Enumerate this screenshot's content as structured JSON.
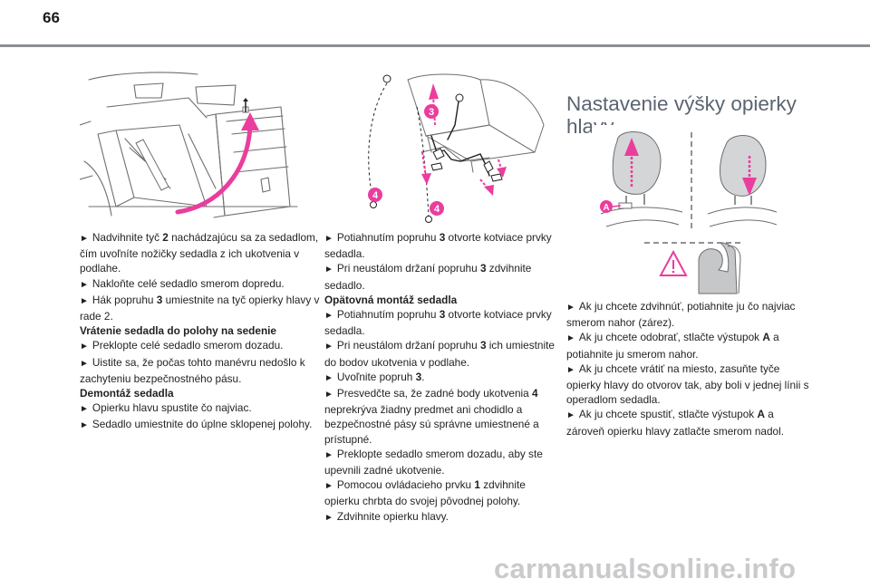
{
  "page": {
    "number": "66"
  },
  "col1": {
    "lines": [
      {
        "type": "bullet",
        "arrow": "►",
        "parts": [
          "Nadvihnite tyč ",
          "2",
          " nachádzajúcu sa za sedadlom, čím uvoľníte nožičky sedadla z ich ukotvenia v podlahe."
        ]
      },
      {
        "type": "bullet",
        "arrow": "►",
        "parts": [
          "Nakloňte celé sedadlo smerom dopredu."
        ]
      },
      {
        "type": "bullet",
        "arrow": "►",
        "parts": [
          "Hák popruhu ",
          "3",
          " umiestnite na tyč opierky hlavy v rade 2."
        ]
      },
      {
        "type": "heading",
        "text": "Vrátenie sedadla do polohy na sedenie"
      },
      {
        "type": "bullet",
        "arrow": "►",
        "parts": [
          "Preklopte celé sedadlo smerom dozadu."
        ]
      },
      {
        "type": "bullet",
        "arrow": "►",
        "parts": [
          "Uistite sa, že počas tohto manévru nedošlo k zachyteniu bezpečnostného pásu."
        ]
      },
      {
        "type": "heading",
        "text": "Demontáž sedadla"
      },
      {
        "type": "bullet",
        "arrow": "►",
        "parts": [
          "Opierku hlavu spustite čo najviac."
        ]
      },
      {
        "type": "bullet",
        "arrow": "►",
        "parts": [
          "Sedadlo umiestnite do úplne sklopenej polohy."
        ]
      }
    ]
  },
  "col2": {
    "lines": [
      {
        "type": "bullet",
        "arrow": "►",
        "parts": [
          "Potiahnutím popruhu ",
          "3",
          " otvorte kotviace prvky sedadla."
        ]
      },
      {
        "type": "bullet",
        "arrow": "►",
        "parts": [
          "Pri neustálom držaní popruhu ",
          "3",
          " zdvihnite sedadlo."
        ]
      },
      {
        "type": "heading",
        "text": "Opätovná montáž sedadla"
      },
      {
        "type": "bullet",
        "arrow": "►",
        "parts": [
          "Potiahnutím popruhu ",
          "3",
          " otvorte kotviace prvky sedadla."
        ]
      },
      {
        "type": "bullet",
        "arrow": "►",
        "parts": [
          "Pri neustálom držaní popruhu ",
          "3",
          " ich umiestnite do bodov ukotvenia v podlahe."
        ]
      },
      {
        "type": "bullet",
        "arrow": "►",
        "parts": [
          "Uvoľnite popruh ",
          "3",
          "."
        ]
      },
      {
        "type": "bullet",
        "arrow": "►",
        "parts": [
          "Presvedčte sa, že zadné body ukotvenia ",
          "4",
          " neprekrýva žiadny predmet ani chodidlo a bezpečnostné pásy sú správne umiestnené a prístupné."
        ]
      },
      {
        "type": "bullet",
        "arrow": "►",
        "parts": [
          "Preklopte sedadlo smerom dozadu, aby ste upevnili zadné ukotvenie."
        ]
      },
      {
        "type": "bullet",
        "arrow": "►",
        "parts": [
          "Pomocou ovládacieho prvku ",
          "1",
          " zdvihnite opierku chrbta do svojej pôvodnej polohy."
        ]
      },
      {
        "type": "bullet",
        "arrow": "►",
        "parts": [
          "Zdvihnite opierku hlavy."
        ]
      }
    ]
  },
  "col3": {
    "title": "Nastavenie výšky opierky hlavy",
    "lines": [
      {
        "type": "bullet",
        "arrow": "►",
        "parts": [
          "Ak ju chcete zdvihnúť, potiahnite ju čo najviac smerom nahor (zárez)."
        ]
      },
      {
        "type": "bullet",
        "arrow": "►",
        "parts": [
          "Ak ju chcete odobrať, stlačte výstupok ",
          "A",
          " a potiahnite ju smerom nahor."
        ]
      },
      {
        "type": "bullet",
        "arrow": "►",
        "parts": [
          "Ak ju chcete vrátiť na miesto, zasuňte tyče opierky hlavy do otvorov tak, aby boli v jednej línii s operadlom sedadla."
        ]
      },
      {
        "type": "bullet",
        "arrow": "►",
        "parts": [
          "Ak ju chcete spustiť, stlačte výstupok ",
          "A",
          " a zároveň opierku hlavy zatlačte smerom nadol."
        ]
      }
    ]
  },
  "illustrations": {
    "fig2_callouts": [
      "3",
      "4",
      "4"
    ],
    "fig3_callout": "A"
  },
  "watermark": "carmanualsonline.info",
  "colors": {
    "accent_magenta": "#ea3d9d",
    "line_gray": "#6d6e71",
    "title_gray": "#5b6470",
    "rule_gray": "#8c8f93"
  }
}
